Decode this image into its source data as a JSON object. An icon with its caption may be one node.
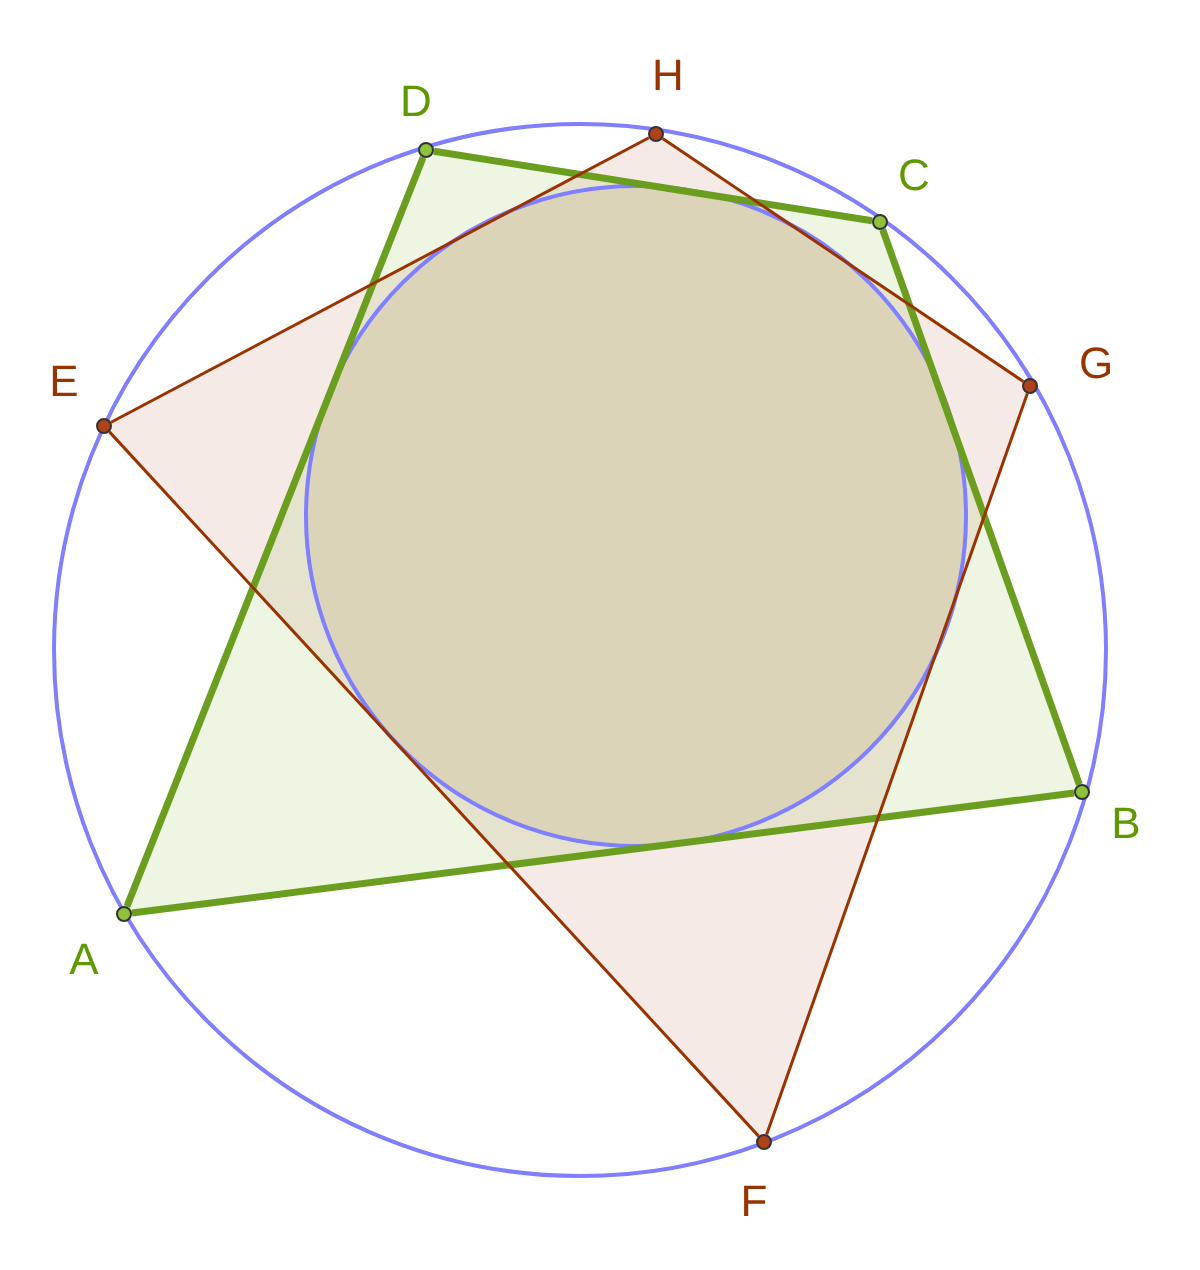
{
  "diagram": {
    "nodes": [
      {
        "text": [
          "A"
        ]
      },
      {
        "text": [
          "B"
        ]
      },
      {
        "text": [
          "C"
        ]
      },
      {
        "text": [
          "D"
        ]
      },
      {
        "text": [
          "E"
        ]
      },
      {
        "text": [
          "F"
        ]
      },
      {
        "text": [
          "G"
        ]
      },
      {
        "text": [
          "H"
        ]
      }
    ],
    "edges": [
      {
        "from": 0,
        "to": 1,
        "arrow": "none",
        "style": "thick",
        "color": "#6b9e1f"
      },
      {
        "from": 1,
        "to": 2,
        "arrow": "none",
        "style": "thick",
        "color": "#6b9e1f"
      },
      {
        "from": 2,
        "to": 3,
        "arrow": "none",
        "style": "thick",
        "color": "#6b9e1f"
      },
      {
        "from": 3,
        "to": 0,
        "arrow": "none",
        "style": "thick",
        "color": "#6b9e1f"
      },
      {
        "from": 4,
        "to": 5,
        "arrow": "none",
        "color": "#993300"
      },
      {
        "from": 5,
        "to": 6,
        "arrow": "none",
        "color": "#993300"
      },
      {
        "from": 6,
        "to": 7,
        "arrow": "none",
        "color": "#993300"
      },
      {
        "from": 7,
        "to": 4,
        "arrow": "none",
        "color": "#993300"
      }
    ]
  }
}
